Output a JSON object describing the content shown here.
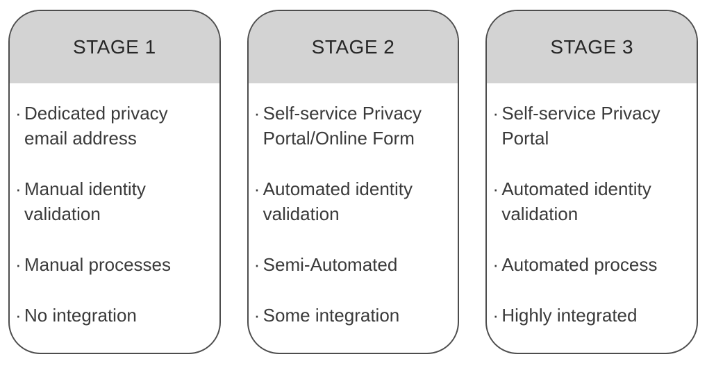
{
  "bullet_glyph": "·",
  "colors": {
    "card_border": "#4d4d4d",
    "header_fill": "#d3d3d3",
    "title_text": "#262626",
    "body_text": "#3a3a3a",
    "background": "#ffffff"
  },
  "cards": [
    {
      "title": "STAGE 1",
      "items": [
        "Dedicated privacy email address",
        "Manual identity validation",
        "Manual processes",
        "No integration"
      ]
    },
    {
      "title": "STAGE 2",
      "items": [
        "Self-service Privacy Portal/Online Form",
        "Automated identity validation",
        "Semi-Automated",
        "Some integration"
      ]
    },
    {
      "title": "STAGE 3",
      "items": [
        "Self-service Privacy Portal",
        "Automated identity validation",
        "Automated process",
        "Highly integrated"
      ]
    }
  ]
}
